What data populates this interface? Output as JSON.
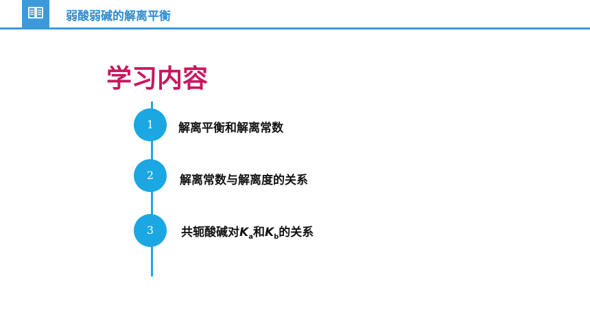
{
  "header": {
    "title": "弱酸弱碱的解离平衡",
    "icon": "book-icon"
  },
  "heading": "学习内容",
  "items": [
    {
      "number": "1",
      "label": "解离平衡和解离常数"
    },
    {
      "number": "2",
      "label": "解离常数与解离度的关系"
    },
    {
      "number": "3",
      "label_parts": {
        "prefix": "共轭酸碱对",
        "k1": "K",
        "sub1": "a",
        "mid": "和",
        "k2": "K",
        "sub2": "b",
        "suffix": "的关系"
      }
    }
  ],
  "colors": {
    "header_blue": "#3d9ad8",
    "header_text": "#2e8ccf",
    "heading_magenta": "#c8175e",
    "timeline_blue": "#1ba7e1"
  }
}
